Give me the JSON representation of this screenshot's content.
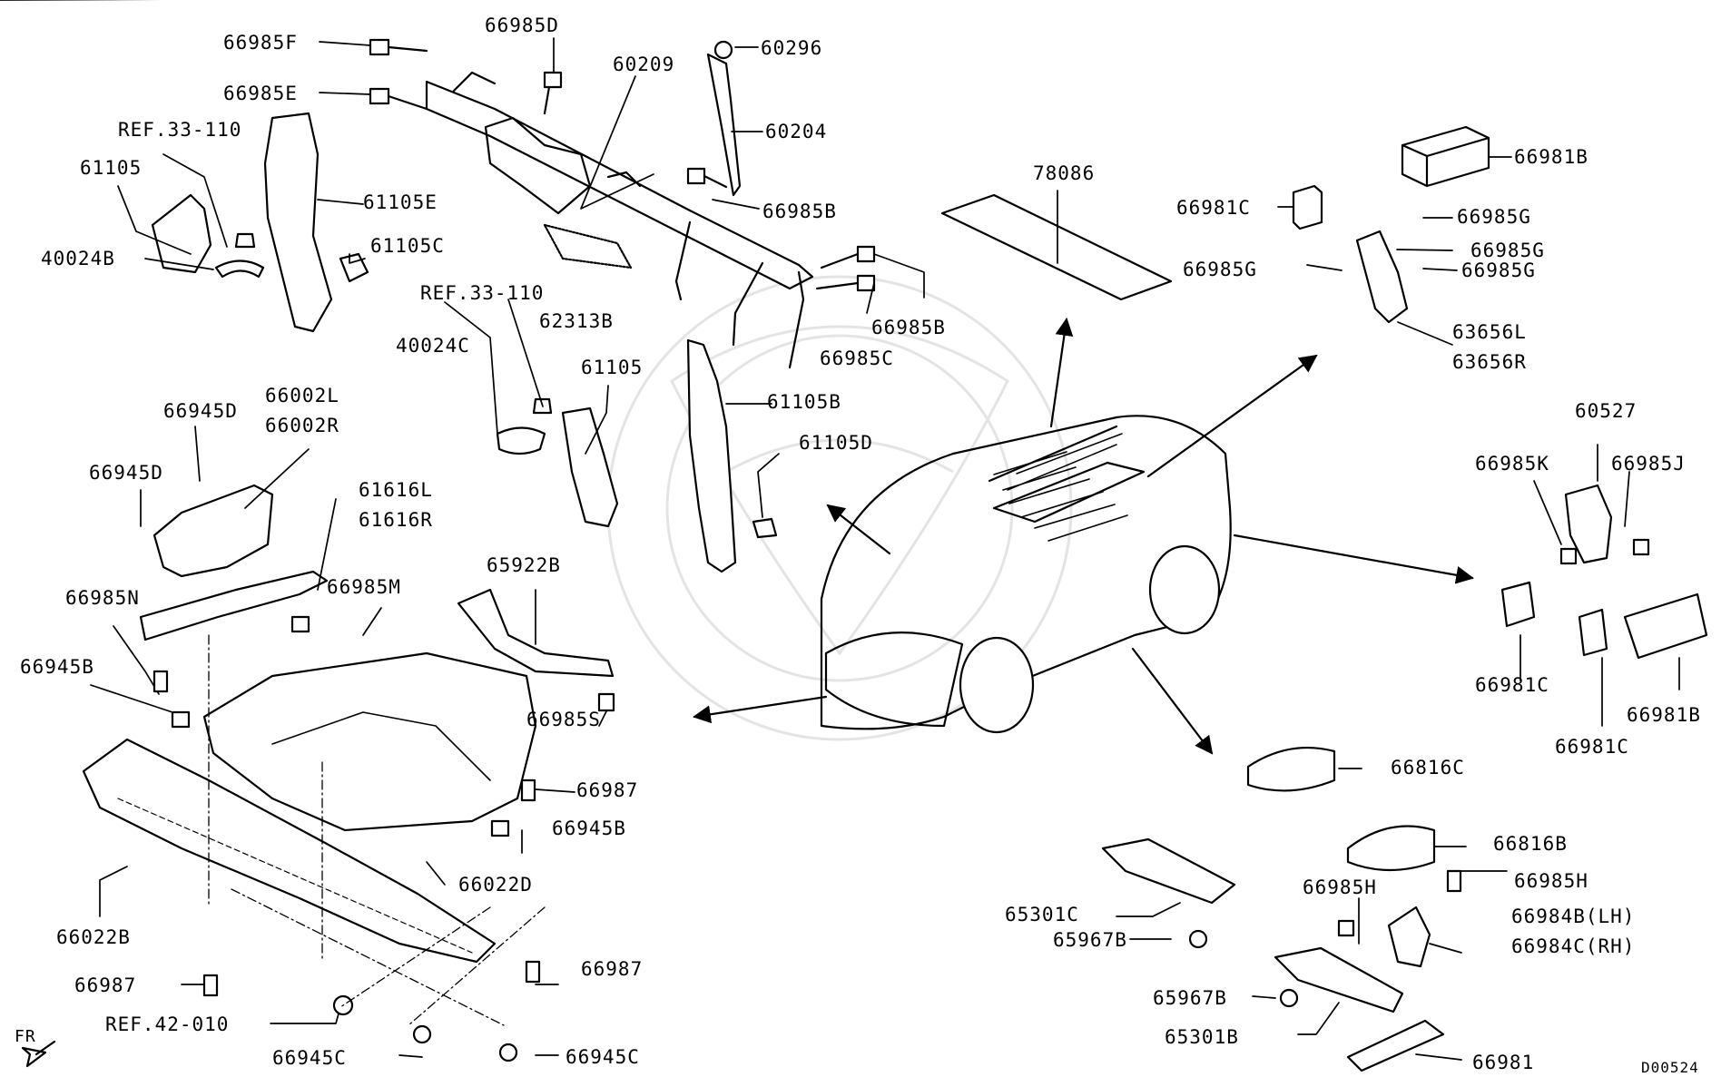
{
  "diagram_code": "D00524",
  "front_indicator": "FR",
  "parts": {
    "p66985F": "66985F",
    "p66985D": "66985D",
    "p60209": "60209",
    "p60296": "60296",
    "p66985E": "66985E",
    "pRef33a": "REF.33-110",
    "p60204": "60204",
    "p61105a": "61105",
    "p61105E": "61105E",
    "p66985Ba": "66985B",
    "p78086": "78086",
    "p66981Ba": "66981B",
    "p66981Ca": "66981C",
    "p66985Ga": "66985G",
    "p66985Gb": "66985G",
    "p66985Gc": "66985G",
    "p66985Gd": "66985G",
    "p40024B": "40024B",
    "p61105C": "61105C",
    "pRef33b": "REF.33-110",
    "p62313B": "62313B",
    "p66985Bb": "66985B",
    "p66985C": "66985C",
    "p63656L": "63656L",
    "p63656R": "63656R",
    "p40024C": "40024C",
    "p61105b": "61105",
    "p61105B": "61105B",
    "p60527": "60527",
    "p66945Da": "66945D",
    "p66002L": "66002L",
    "p66002R": "66002R",
    "p61105D": "61105D",
    "p66985K": "66985K",
    "p66985J": "66985J",
    "p66945Db": "66945D",
    "p61616L": "61616L",
    "p61616R": "61616R",
    "p65922B": "65922B",
    "p66985N": "66985N",
    "p66985M": "66985M",
    "p66945Ba": "66945B",
    "p66981Cb": "66981C",
    "p66981Bb": "66981B",
    "p66985S": "66985S",
    "p66981Cc": "66981C",
    "p66987a": "66987",
    "p66816C": "66816C",
    "p66945Bb": "66945B",
    "p66816B": "66816B",
    "p66022D": "66022D",
    "p66985Ha": "66985H",
    "p66985Hb": "66985H",
    "p66022B": "66022B",
    "p65301C": "65301C",
    "p66984B": "66984B(LH)",
    "p66984C": "66984C(RH)",
    "p65967Ba": "65967B",
    "p66987b": "66987",
    "p66987c": "66987",
    "p65967Bb": "65967B",
    "pRef42": "REF.42-010",
    "p65301B": "65301B",
    "p66945Ca": "66945C",
    "p66945Cb": "66945C",
    "p66981": "66981"
  }
}
